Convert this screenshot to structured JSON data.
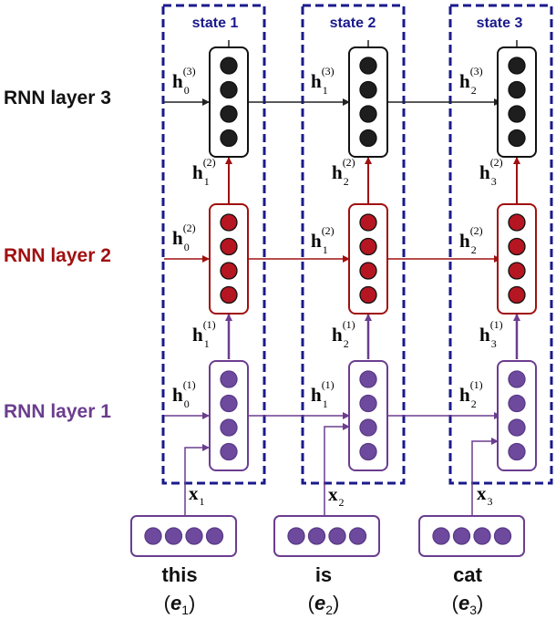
{
  "states": [
    {
      "label": "state 1"
    },
    {
      "label": "state 2"
    },
    {
      "label": "state 3"
    }
  ],
  "layers": [
    {
      "label": "RNN layer 3",
      "color": "#222222",
      "dot_color": "#1e1e1e"
    },
    {
      "label": "RNN layer 2",
      "color": "#a01010",
      "dot_color": "#b51622"
    },
    {
      "label": "RNN layer 1",
      "color": "#6b3d8f",
      "dot_color": "#6e4a9e"
    }
  ],
  "words": [
    {
      "text": "this",
      "emb": "e",
      "emb_sub": "1",
      "x": "x",
      "x_sub": "1"
    },
    {
      "text": "is",
      "emb": "e",
      "emb_sub": "2",
      "x": "x",
      "x_sub": "2"
    },
    {
      "text": "cat",
      "emb": "e",
      "emb_sub": "3",
      "x": "x",
      "x_sub": "3"
    }
  ],
  "hidden_labels": {
    "horizontal": {
      "layer3": [
        {
          "sub": "0",
          "sup": "(3)"
        },
        {
          "sub": "1",
          "sup": "(3)"
        },
        {
          "sub": "2",
          "sup": "(3)"
        }
      ],
      "layer2": [
        {
          "sub": "0",
          "sup": "(2)"
        },
        {
          "sub": "1",
          "sup": "(2)"
        },
        {
          "sub": "2",
          "sup": "(2)"
        }
      ],
      "layer1": [
        {
          "sub": "0",
          "sup": "(1)"
        },
        {
          "sub": "1",
          "sup": "(1)"
        },
        {
          "sub": "2",
          "sup": "(1)"
        }
      ]
    },
    "vertical": {
      "layer1_to_2": [
        {
          "sub": "1",
          "sup": "(1)"
        },
        {
          "sub": "2",
          "sup": "(1)"
        },
        {
          "sub": "3",
          "sup": "(1)"
        }
      ],
      "layer2_to_3": [
        {
          "sub": "1",
          "sup": "(2)"
        },
        {
          "sub": "2",
          "sup": "(2)"
        },
        {
          "sub": "3",
          "sup": "(2)"
        }
      ]
    }
  },
  "colors": {
    "state_border": "#1a1a8c",
    "state_label": "#1a1a8c",
    "input_box": "#6b3d8f",
    "input_dot": "#6e4a9e"
  }
}
